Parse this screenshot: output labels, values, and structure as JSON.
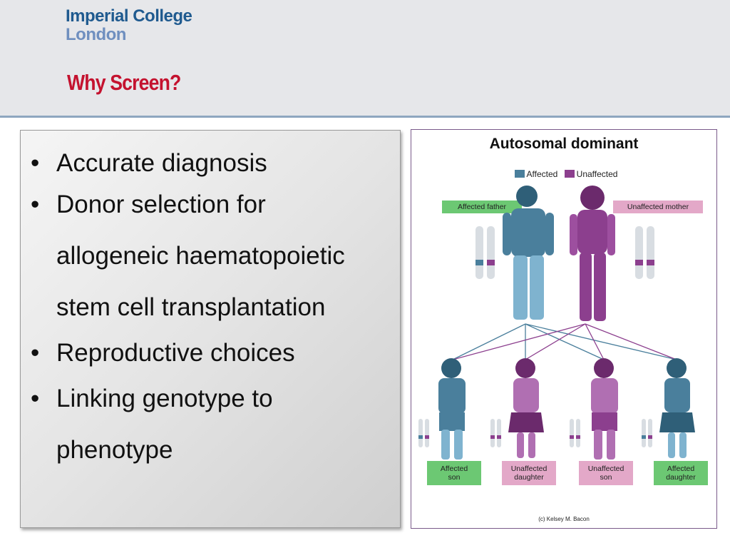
{
  "logo": {
    "line1": "Imperial College",
    "line2": "London"
  },
  "slide": {
    "title": "Why Screen?"
  },
  "bullets": [
    {
      "marker": "•",
      "lines": [
        "Accurate diagnosis"
      ]
    },
    {
      "marker": "•",
      "lines": [
        "Donor selection for",
        "allogeneic haematopoietic",
        "stem cell transplantation"
      ]
    },
    {
      "marker": "•",
      "lines": [
        "Reproductive choices"
      ]
    },
    {
      "marker": "•",
      "lines": [
        "Linking genotype to",
        "phenotype"
      ]
    }
  ],
  "figure": {
    "title": "Autosomal dominant",
    "legend": {
      "affected": "Affected",
      "unaffected": "Unaffected"
    },
    "parents": {
      "father": "Affected father",
      "mother": "Unaffected mother"
    },
    "children": [
      {
        "line1": "Affected",
        "line2": "son"
      },
      {
        "line1": "Unaffected",
        "line2": "daughter"
      },
      {
        "line1": "Unaffected",
        "line2": "son"
      },
      {
        "line1": "Affected",
        "line2": "daughter"
      }
    ],
    "credit": "(c) Kelsey M. Bacon",
    "colors": {
      "affected": "#4a7f9c",
      "unaffected": "#8c3f8e",
      "label_green": "#6cc873",
      "label_pink": "#e3a8c8"
    }
  }
}
